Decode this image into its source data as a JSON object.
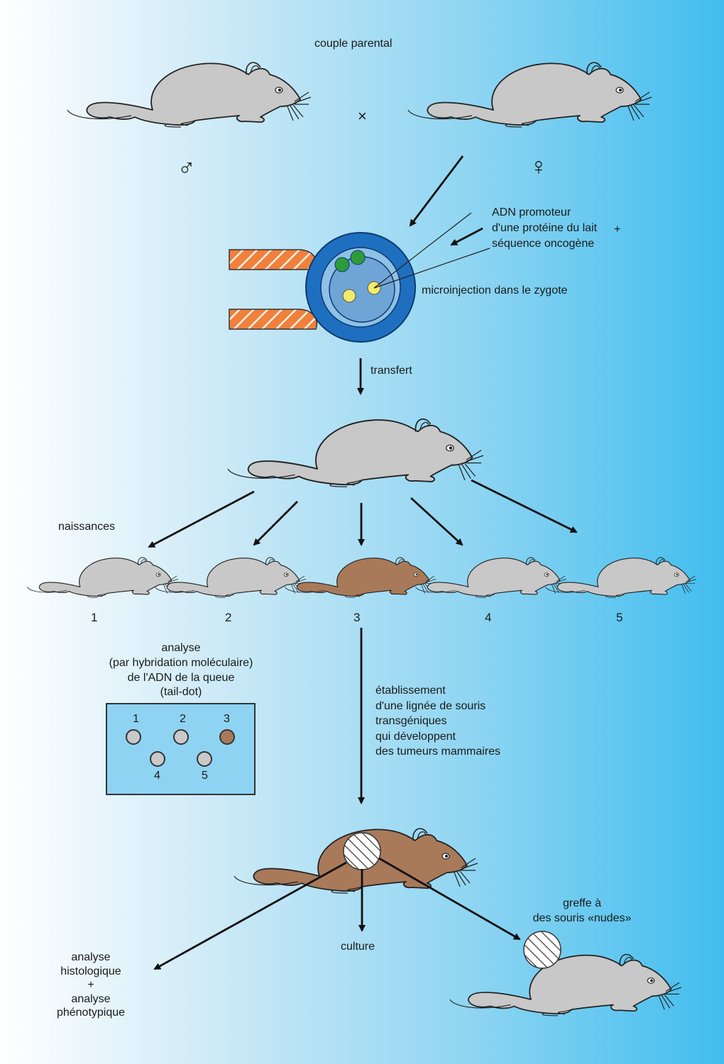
{
  "labels": {
    "parents": "couple parental",
    "cross": "×",
    "male": "♂",
    "female": "♀",
    "dna_line1": "ADN promoteur",
    "dna_line2": "d'une protéine du lait",
    "dna_plus": "+",
    "dna_line3": "séquence oncogène",
    "microinjection": "microinjection dans le zygote",
    "transfer": "transfert",
    "births": "naissances",
    "pups": [
      "1",
      "2",
      "3",
      "4",
      "5"
    ],
    "analysis_line1": "analyse",
    "analysis_line2": "(par hybridation moléculaire)",
    "analysis_line3": "de l'ADN de la queue",
    "analysis_line4": "(tail-dot)",
    "dots": [
      "1",
      "2",
      "3",
      "4",
      "5"
    ],
    "lineage_line1": "établissement",
    "lineage_line2": "d'une lignée de souris",
    "lineage_line3": "transgéniques",
    "lineage_line4": "qui développent",
    "lineage_line5": "des tumeurs mammaires",
    "graft_line1": "greffe à",
    "graft_line2": "des souris «nudes»",
    "culture": "culture",
    "histo_line1": "analyse",
    "histo_line2": "histologique",
    "histo_plus": "+",
    "histo_line3": "analyse",
    "histo_line4": "phénotypique"
  },
  "colors": {
    "mouse_gray": "#c8c8c8",
    "mouse_brown": "#a87a5a",
    "zygote_outer": "#1f6fc0",
    "zygote_inner": "#6fa5d6",
    "pronucleus": "#f2ea6a",
    "polar_body": "#2e9b3a",
    "pipette": "#f0803c",
    "dot_gray": "#c9c9c9",
    "dot_brown": "#a87a5a",
    "membrane": "#8fd3f3"
  }
}
